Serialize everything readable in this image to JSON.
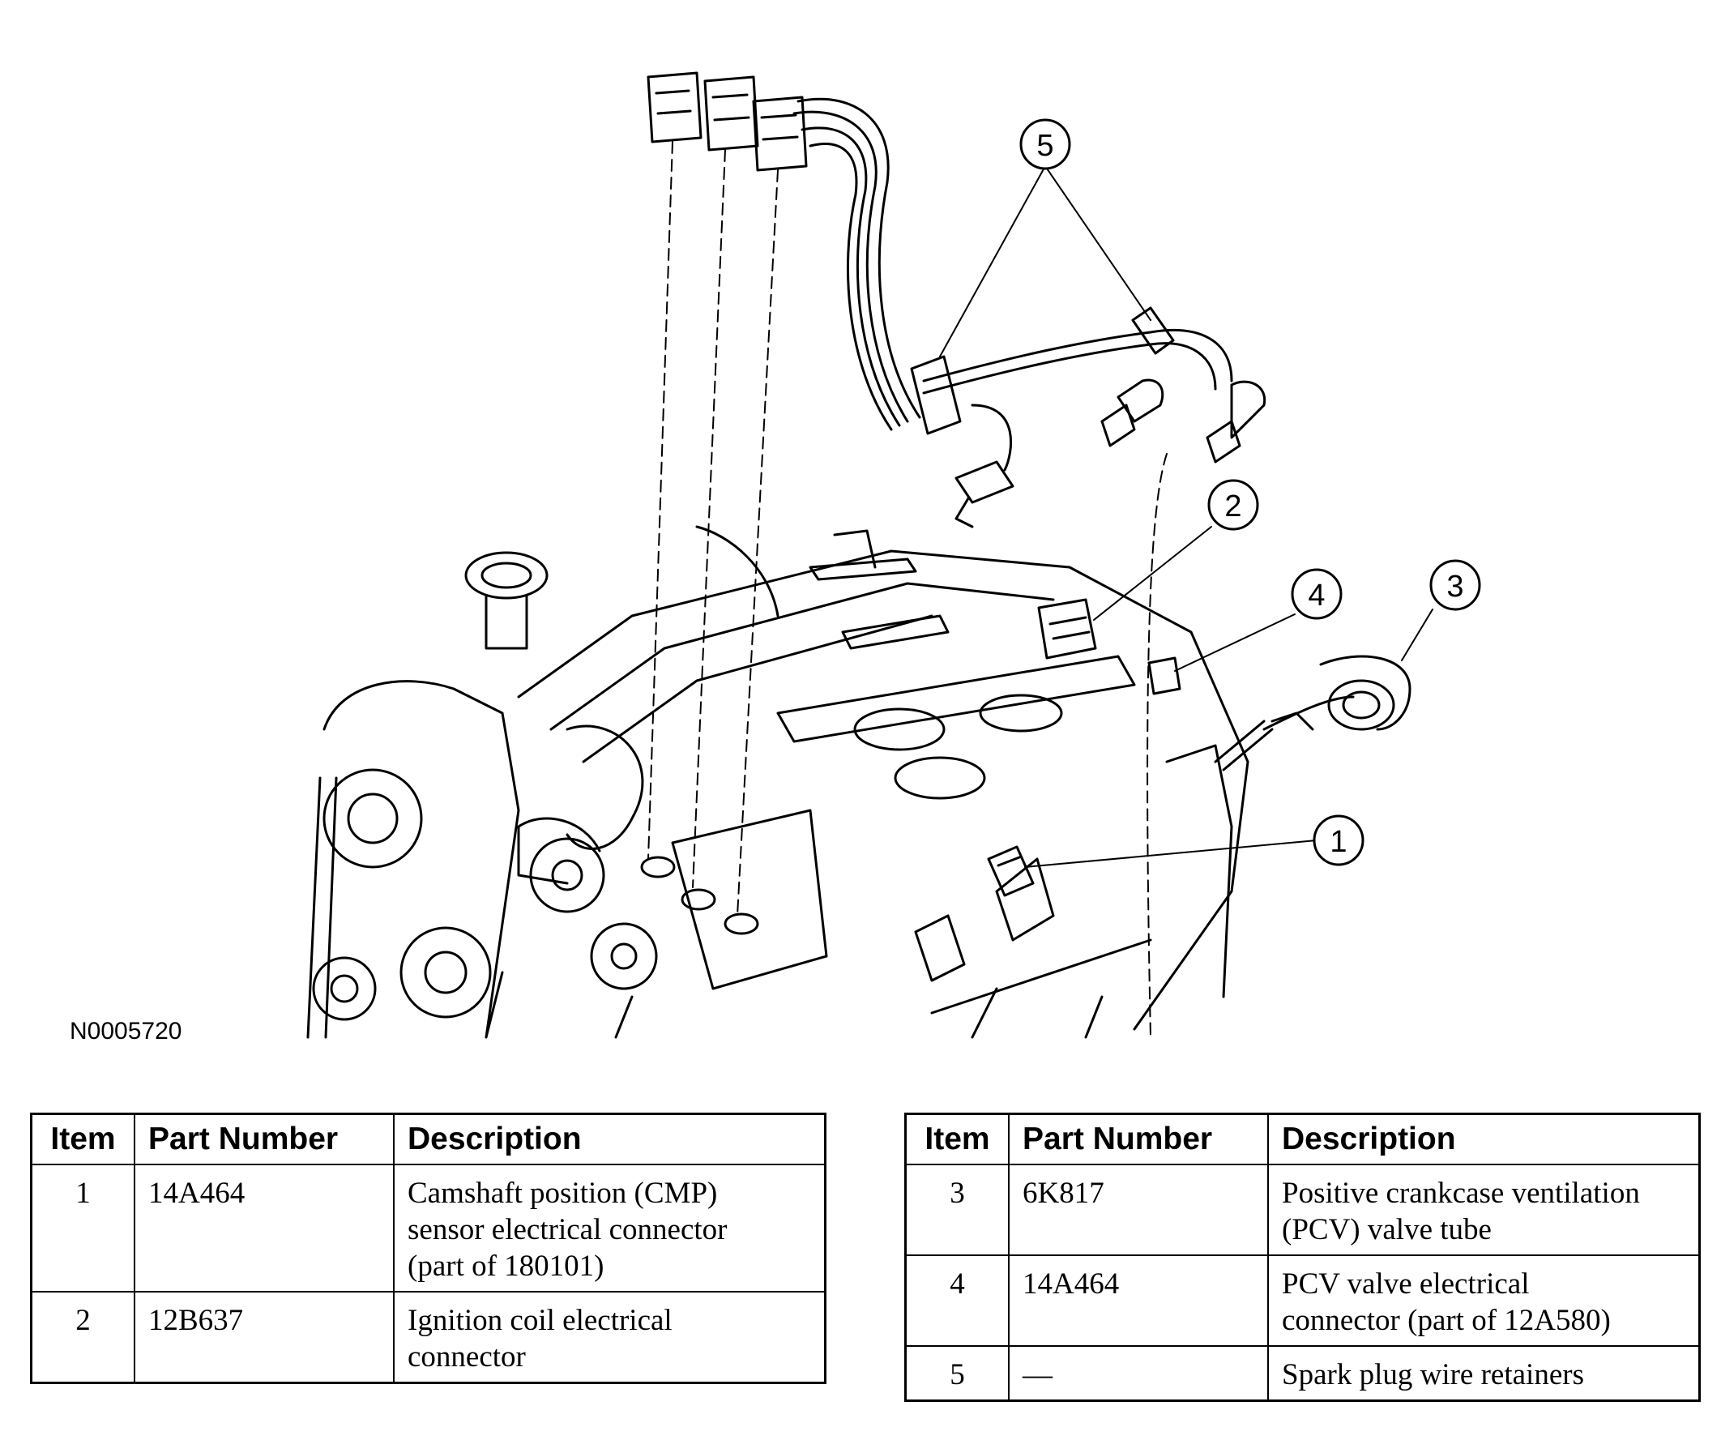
{
  "figure_id": "N0005720",
  "callouts": [
    "5",
    "2",
    "4",
    "3",
    "1"
  ],
  "table_headers": {
    "item": "Item",
    "part_number": "Part Number",
    "description": "Description"
  },
  "parts_left": [
    {
      "item": "1",
      "part_number": "14A464",
      "desc_lines": [
        "Camshaft position (CMP)",
        "sensor electrical connector",
        "(part of 180101)"
      ]
    },
    {
      "item": "2",
      "part_number": "12B637",
      "desc_lines": [
        "Ignition coil electrical",
        "connector"
      ]
    }
  ],
  "parts_right": [
    {
      "item": "3",
      "part_number": "6K817",
      "desc_lines": [
        "Positive crankcase ventilation",
        "(PCV) valve tube"
      ]
    },
    {
      "item": "4",
      "part_number": "14A464",
      "desc_lines": [
        "PCV valve electrical",
        "connector (part of 12A580)"
      ]
    },
    {
      "item": "5",
      "part_number": "—",
      "desc_lines": [
        "Spark plug wire retainers"
      ]
    }
  ]
}
